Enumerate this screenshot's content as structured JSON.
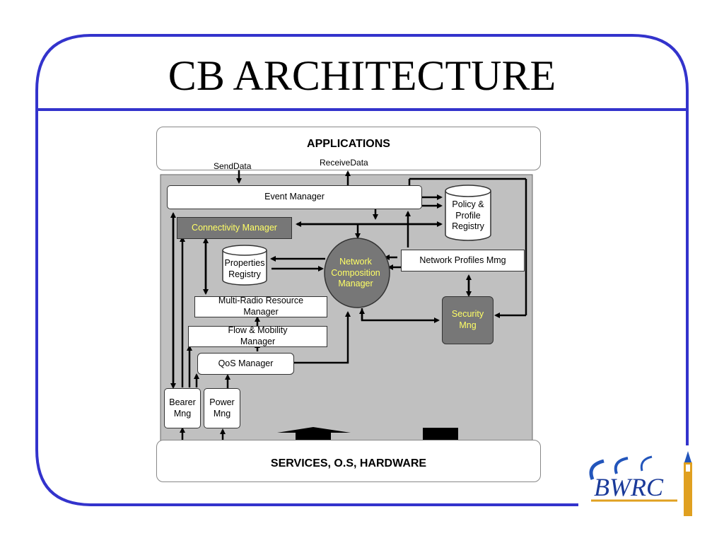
{
  "slide": {
    "title": "CB ARCHITECTURE"
  },
  "colors": {
    "frame_blue": "#3333cc",
    "panel_gray": "#c0c0c0",
    "dark_box": "#777777",
    "highlight_text": "#ffff66"
  },
  "diagram": {
    "applications": "APPLICATIONS",
    "services": "SERVICES, O.S, HARDWARE",
    "send_data": "SendData",
    "receive_data": "ReceiveData",
    "event_manager": "Event Manager",
    "connectivity_manager": "Connectivity Manager",
    "policy_registry": [
      "Policy &",
      "Profile",
      "Registry"
    ],
    "properties_registry": [
      "Properties",
      "Registry"
    ],
    "network_composition": [
      "Network",
      "Composition",
      "Manager"
    ],
    "network_profiles": "Network Profiles Mmg",
    "multi_radio": [
      "Multi-Radio Resource",
      "Manager"
    ],
    "flow_mobility": [
      "Flow & Mobility",
      "Manager"
    ],
    "qos_manager": "QoS Manager",
    "security": [
      "Security",
      "Mng"
    ],
    "bearer": [
      "Bearer",
      "Mng"
    ],
    "power": [
      "Power",
      "Mng"
    ]
  },
  "logo": {
    "text": "BWRC",
    "icon": "campanile-tower-icon"
  }
}
